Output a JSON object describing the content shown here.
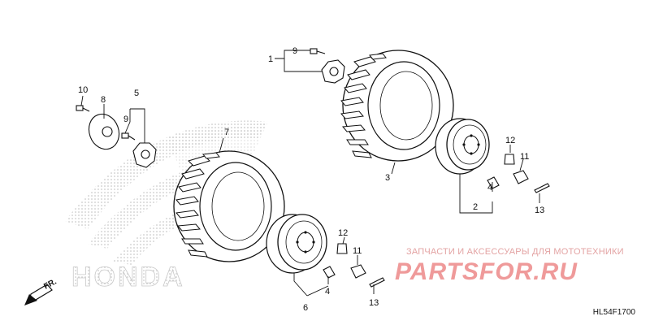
{
  "diagram": {
    "code": "HL54F1700",
    "direction_label": "FR.",
    "brand": "HONDA",
    "watermark": {
      "tagline": "ЗАПЧАСТИ И АКСЕССУАРЫ ДЛЯ МОТОТЕХНИКИ",
      "brand": "PARTSFOR.RU"
    },
    "callouts": {
      "c1": "1",
      "c9a": "9",
      "c10": "10",
      "c8": "8",
      "c5": "5",
      "c9b": "9",
      "c7": "7",
      "c3": "3",
      "c12a": "12",
      "c11a": "11",
      "c4a": "4",
      "c13a": "13",
      "c2": "2",
      "c12b": "12",
      "c11b": "11",
      "c4b": "4",
      "c6": "6",
      "c13b": "13"
    }
  }
}
